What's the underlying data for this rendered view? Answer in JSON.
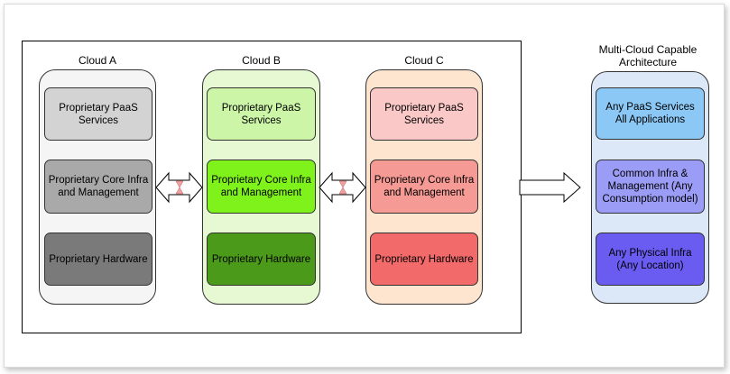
{
  "clouds": [
    {
      "title": "Cloud A",
      "colors": {
        "bg": "#f5f5f5",
        "top": "#d3d3d3",
        "mid": "#a9a9a9",
        "bot": "#7a7a7a"
      },
      "blocks": [
        "Proprietary PaaS Services",
        "Proprietary Core Infra and Management",
        "Proprietary Hardware"
      ]
    },
    {
      "title": "Cloud B",
      "colors": {
        "bg": "#e6f9d3",
        "top": "#ccf5a8",
        "mid": "#7ef21a",
        "bot": "#4c9a1a"
      },
      "blocks": [
        "Proprietary PaaS Services",
        "Proprietary Core Infra and Management",
        "Proprietary Hardware"
      ]
    },
    {
      "title": "Cloud C",
      "colors": {
        "bg": "#fde5cf",
        "top": "#fbc8c8",
        "mid": "#f59a94",
        "bot": "#f36a6a"
      },
      "blocks": [
        "Proprietary PaaS Services",
        "Proprietary Core Infra and Management",
        "Proprietary Hardware"
      ]
    }
  ],
  "target": {
    "title": "Multi-Cloud Capable Architecture",
    "colors": {
      "bg": "#dce8f7",
      "top": "#8cc8f5",
      "mid": "#9b9cf5",
      "bot": "#6a5cf0"
    },
    "blocks": [
      "Any PaaS Services All Applications",
      "Common Infra & Management (Any Consumption model)",
      "Any Physical Infra (Any Location)"
    ]
  },
  "connector_colors": {
    "arrow_fill": "#ffffff",
    "marker": "#f0a0a0",
    "stroke": "#000000"
  }
}
